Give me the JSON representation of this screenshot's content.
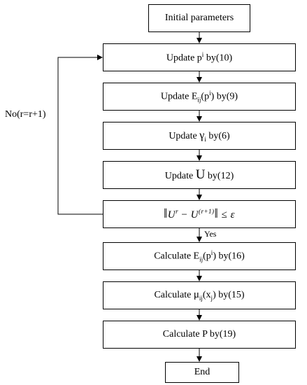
{
  "flow": {
    "initial": "Initial parameters",
    "update_p": {
      "prefix": "Update p",
      "sup": "i",
      "suffix": " by(10)"
    },
    "update_e": {
      "prefix": "Update E",
      "sub": "ij",
      "arg": "(p",
      "arg_sup": "i",
      "suffix": ") by(9)"
    },
    "update_gamma": {
      "prefix": "Update ",
      "symbol": "γ",
      "sub": "i",
      "suffix": " by(6)"
    },
    "update_u": {
      "prefix": "Update ",
      "symbol": "U",
      "suffix": " by(12)"
    },
    "condition": {
      "open": "‖",
      "u": "U",
      "sup_r": "r",
      "minus": " − ",
      "u2": "U",
      "sup_r1": "(r+1)",
      "close": "‖",
      "le": " ≤ ",
      "eps": "ε"
    },
    "calc_e": {
      "prefix": "Calculate E",
      "sub": "ij",
      "arg": "(p",
      "arg_sup": "i",
      "suffix": ") by(16)"
    },
    "calc_mu": {
      "prefix": "Calculate ",
      "symbol": "μ",
      "sub": "ij",
      "arg": "(x",
      "arg_sub": "j",
      "suffix": ") by(15)"
    },
    "calc_p": "Calculate P by(19)",
    "end": "End",
    "no_label": "No(r=r+1)",
    "yes_label": "Yes"
  }
}
